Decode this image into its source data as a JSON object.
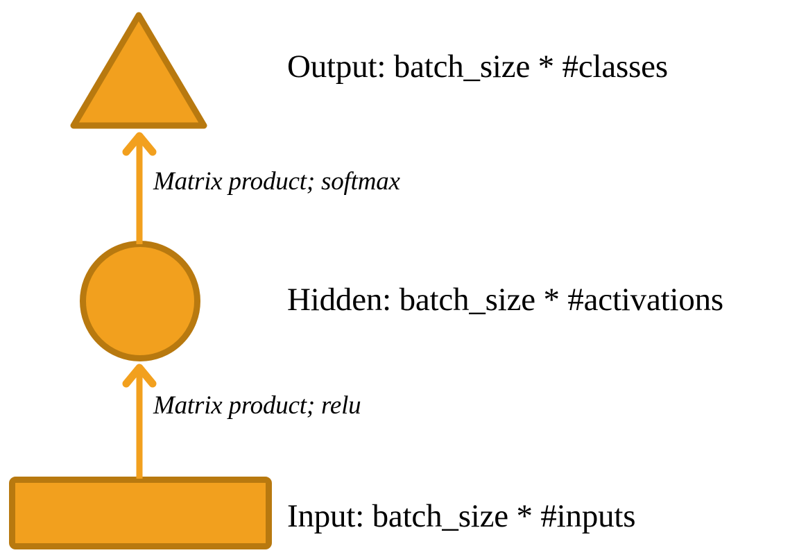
{
  "diagram": {
    "title": "Neural network layer shapes diagram",
    "background_color": "#FFFFFF",
    "shape_fill_color": "#F2A01E",
    "shape_stroke_color": "#B8790F",
    "arrow_color": "#F2A01E",
    "text_color": "#000000",
    "nodes": [
      {
        "id": "output",
        "icon": "triangle-shape",
        "shape": "triangle",
        "label": "Output: batch_size * #classes",
        "fill": "#F2A01E",
        "stroke": "#B8790F"
      },
      {
        "id": "hidden",
        "icon": "circle-shape",
        "shape": "circle",
        "label": "Hidden: batch_size * #activations",
        "fill": "#F2A01E",
        "stroke": "#B8790F"
      },
      {
        "id": "input",
        "icon": "rectangle-shape",
        "shape": "rectangle",
        "label": "Input: batch_size * #inputs",
        "fill": "#F2A01E",
        "stroke": "#B8790F"
      }
    ],
    "edges": [
      {
        "id": "hidden-to-output",
        "from": "hidden",
        "to": "output",
        "label": "Matrix product; softmax",
        "direction": "up",
        "color": "#F2A01E"
      },
      {
        "id": "input-to-hidden",
        "from": "input",
        "to": "hidden",
        "label": "Matrix product; relu",
        "direction": "up",
        "color": "#F2A01E"
      }
    ]
  }
}
